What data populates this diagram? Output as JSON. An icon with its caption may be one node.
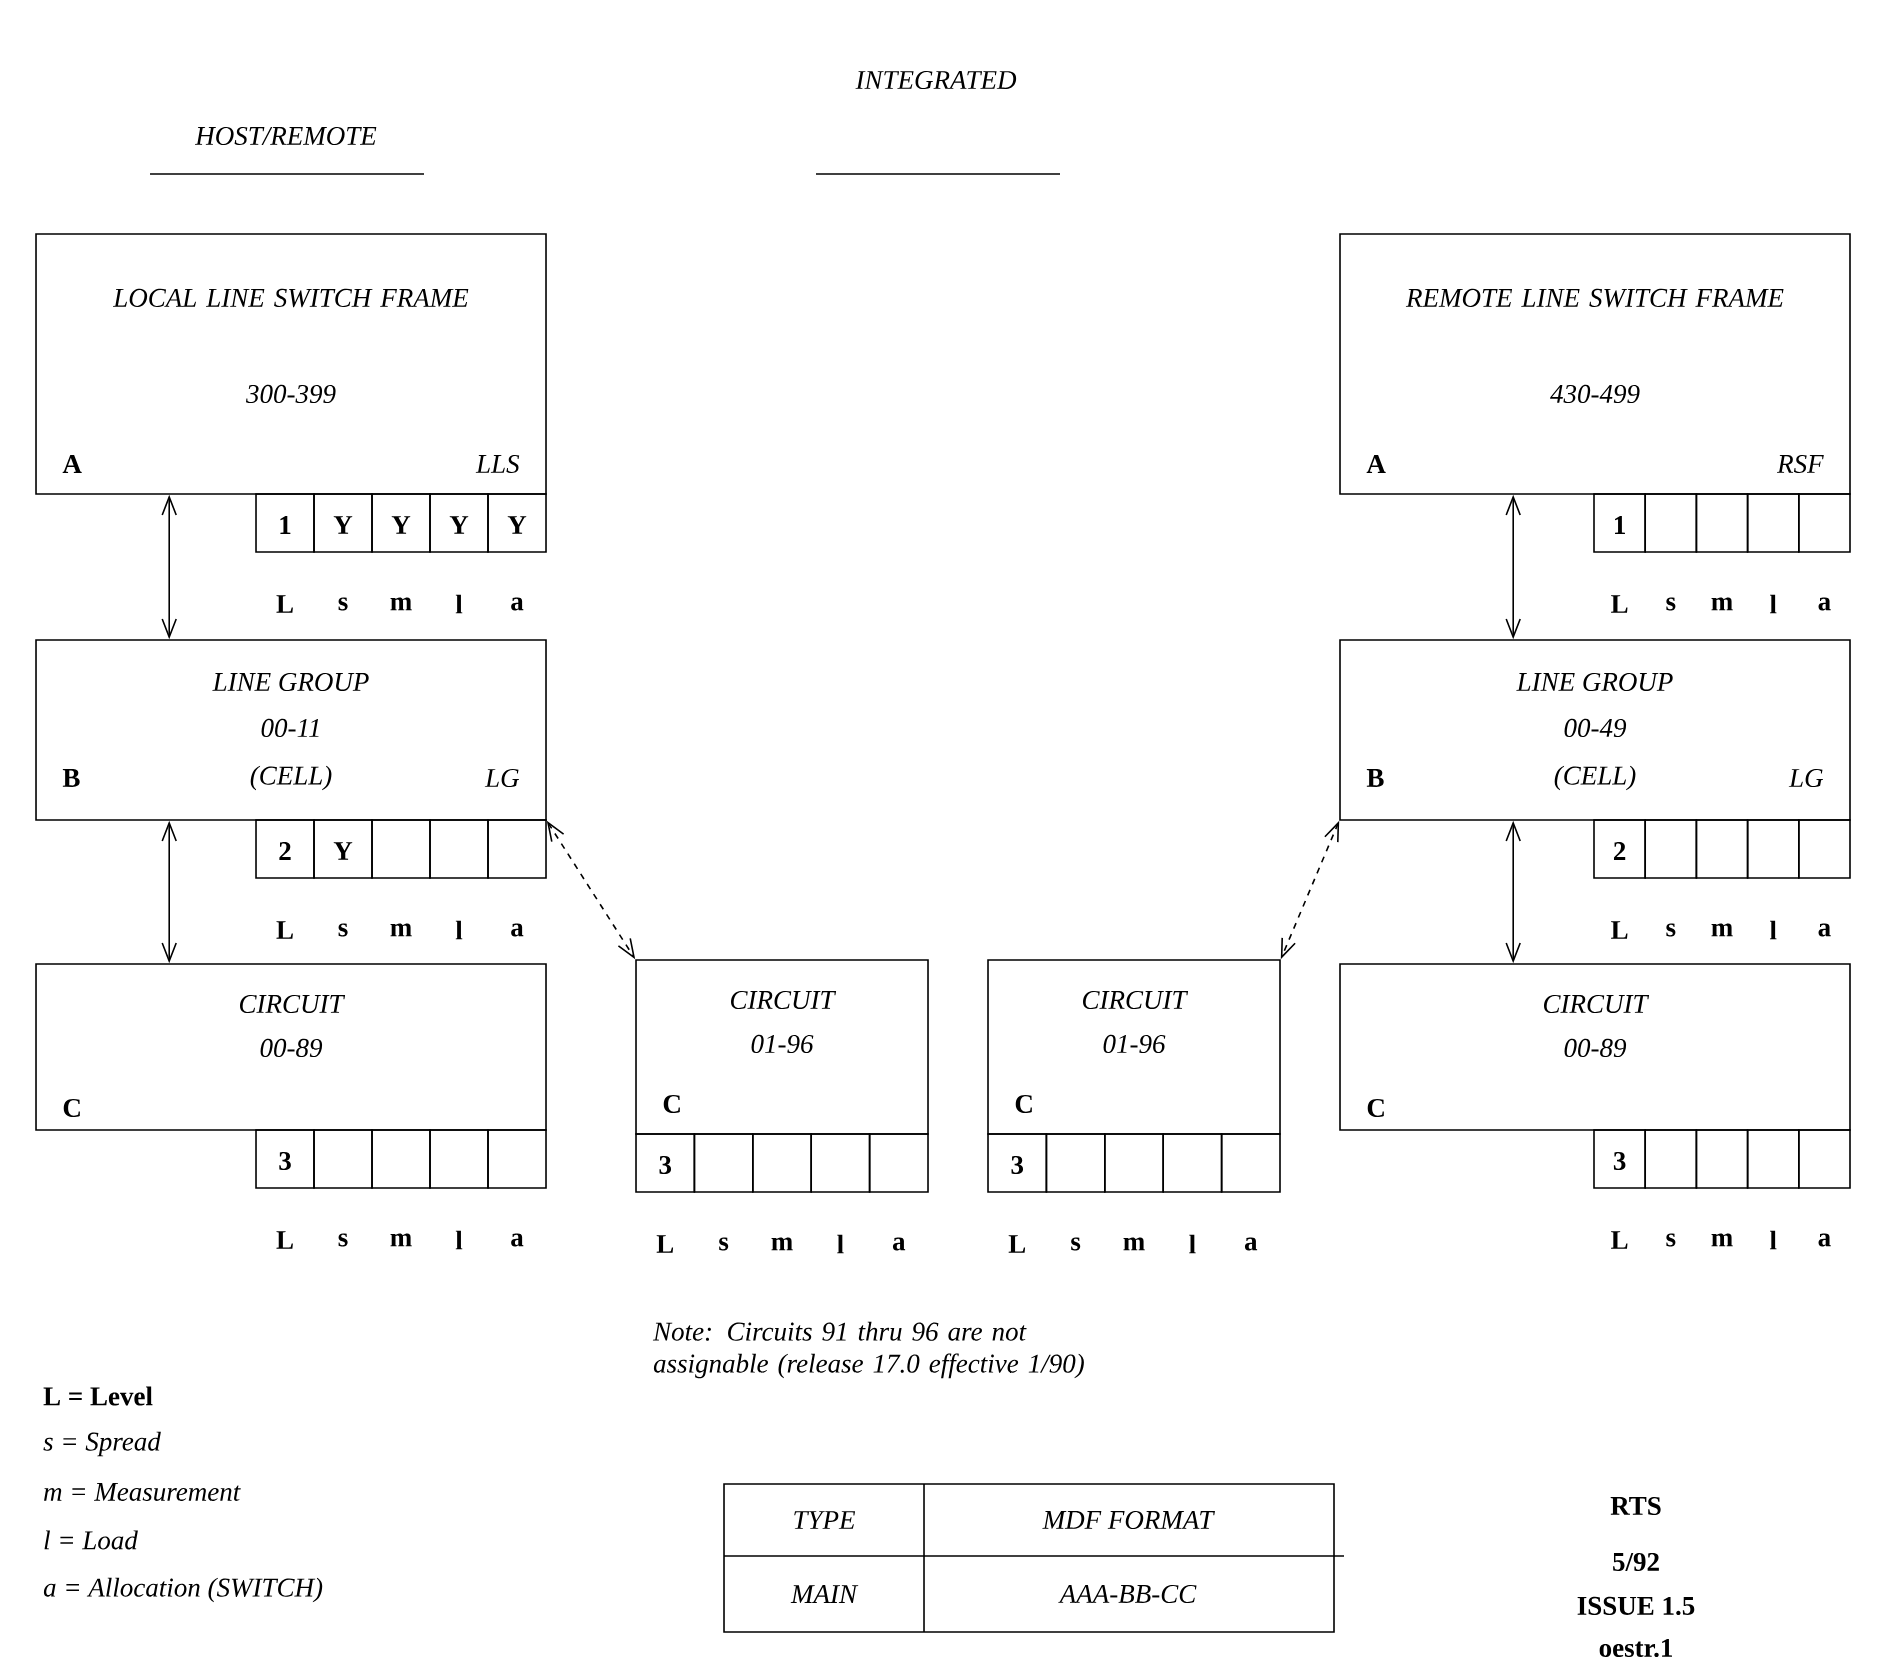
{
  "diagram": {
    "nodes": [
      {
        "text": [
          "LOCAL LINE SWITCH FRAME",
          "300-399",
          "A",
          "LLS"
        ],
        "beside": [
          "1",
          "Y",
          "Y",
          "Y",
          "Y"
        ]
      },
      {
        "text": [
          "LINE GROUP",
          "00-11",
          "B",
          "(CELL)",
          "LG"
        ],
        "beside": [
          "2",
          "Y"
        ]
      },
      {
        "text": [
          "CIRCUIT",
          "00-89",
          "C"
        ],
        "beside": [
          "3"
        ]
      },
      {
        "text": [
          "CIRCUIT",
          "01-96",
          "C"
        ],
        "beside": [
          "3"
        ]
      },
      {
        "text": [
          "CIRCUIT",
          "01-96",
          "C"
        ],
        "beside": [
          "3"
        ]
      },
      {
        "text": [
          "REMOTE LINE SWITCH FRAME",
          "430-499",
          "A",
          "RSF"
        ],
        "beside": [
          "1"
        ]
      },
      {
        "text": [
          "LINE GROUP",
          "00-49",
          "B",
          "(CELL)",
          "LG"
        ],
        "beside": [
          "2"
        ]
      },
      {
        "text": [
          "CIRCUIT",
          "00-89",
          "C"
        ],
        "beside": [
          "3"
        ]
      }
    ],
    "edges": [
      {
        "from": 0,
        "to": 1,
        "arrow": "both"
      },
      {
        "from": 1,
        "to": 2,
        "arrow": "both"
      },
      {
        "from": 1,
        "to": 3,
        "arrow": "both",
        "style": "dashed"
      },
      {
        "from": 6,
        "to": 4,
        "arrow": "both",
        "style": "dashed"
      },
      {
        "from": 5,
        "to": 6,
        "arrow": "both"
      },
      {
        "from": 6,
        "to": 7,
        "arrow": "both"
      }
    ],
    "labels": [
      "HOST/REMOTE",
      "INTEGRATED",
      "L",
      "s",
      "m",
      "l",
      "a",
      "L",
      "s",
      "m",
      "l",
      "a",
      "L",
      "s",
      "m",
      "l",
      "a",
      "L",
      "s",
      "m",
      "l",
      "a",
      "L",
      "s",
      "m",
      "l",
      "a",
      "L",
      "s",
      "m",
      "l",
      "a",
      "L",
      "s",
      "m",
      "l",
      "a",
      "L",
      "s",
      "m",
      "l",
      "a",
      "Note: Circuits 91 thru 96 are not assignable (release 17.0 effective 1/90)",
      "L = Level",
      "s = Spread",
      "m = Measurement",
      "l = Load",
      "a = Allocation (SWITCH)",
      "TYPE",
      "MDF FORMAT",
      "MAIN",
      "AAA-BB-CC",
      "RTS",
      "5/92",
      "ISSUE 1.5",
      "oestr.1"
    ]
  }
}
